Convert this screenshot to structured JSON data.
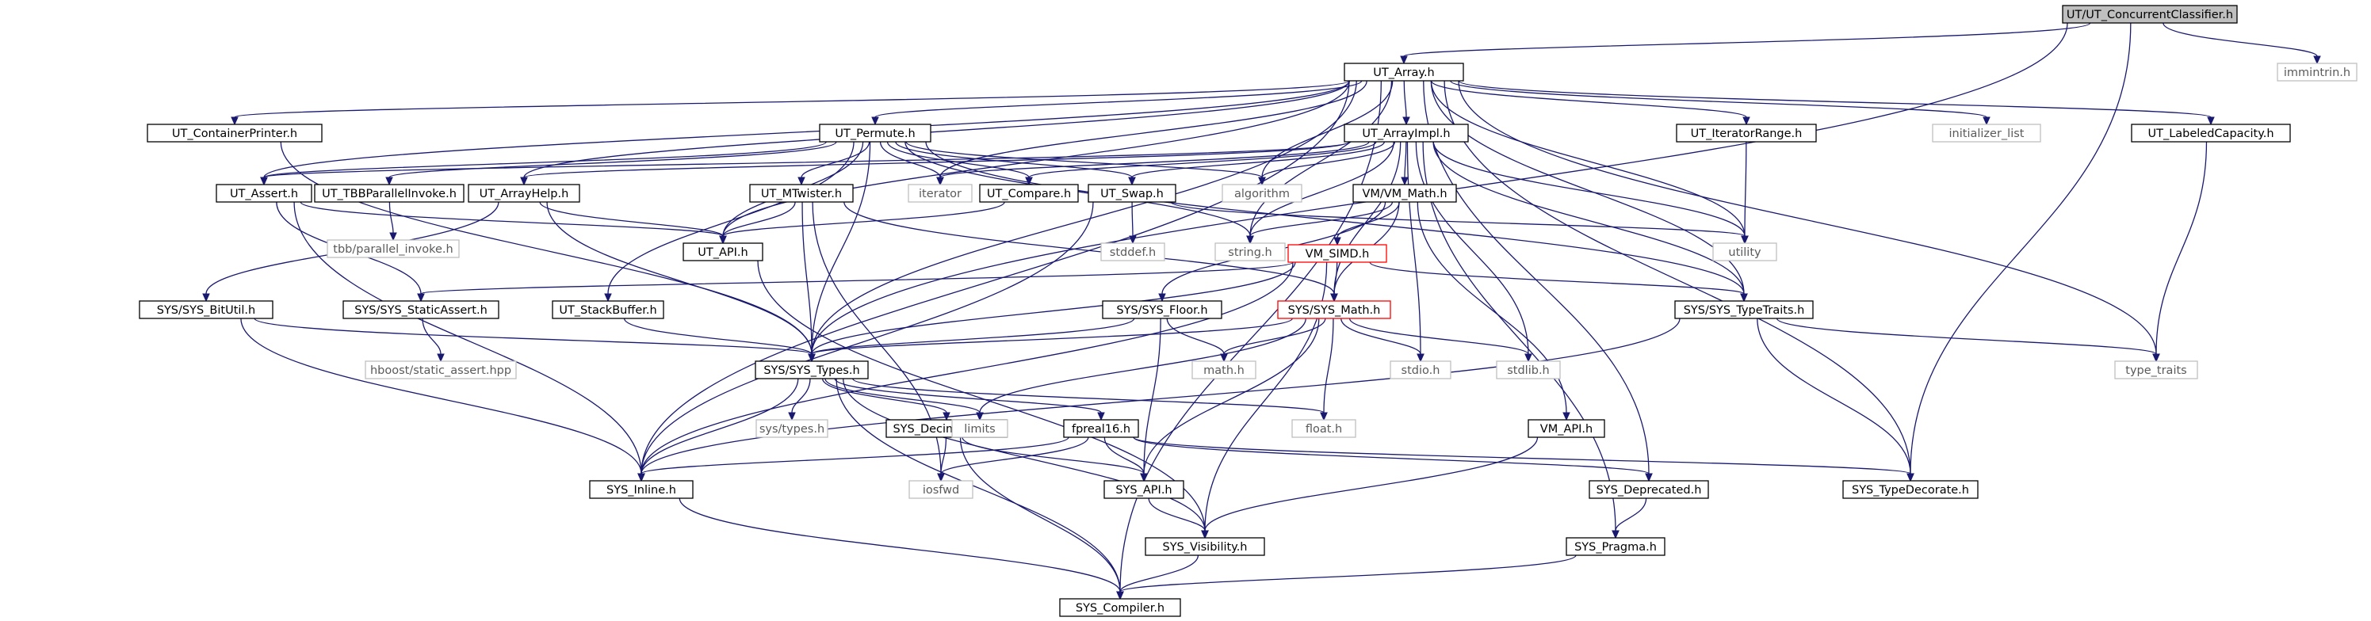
{
  "colors": {
    "edge": "#191970",
    "root_fill": "#bfbfbf",
    "default_border": "#000000",
    "highlight_border": "#ff0000",
    "external_border": "#bfbfbf",
    "external_text": "#5a5a5a"
  },
  "nodes": [
    {
      "id": "root",
      "label": "UT/UT_ConcurrentClassifier.h",
      "kind": "root"
    },
    {
      "id": "ut_array",
      "label": "UT_Array.h",
      "kind": "normal"
    },
    {
      "id": "immintrin",
      "label": "immintrin.h",
      "kind": "external"
    },
    {
      "id": "containerprinter",
      "label": "UT_ContainerPrinter.h",
      "kind": "normal"
    },
    {
      "id": "permute",
      "label": "UT_Permute.h",
      "kind": "normal"
    },
    {
      "id": "arrayimpl",
      "label": "UT_ArrayImpl.h",
      "kind": "normal"
    },
    {
      "id": "iterrange",
      "label": "UT_IteratorRange.h",
      "kind": "normal"
    },
    {
      "id": "initlist",
      "label": "initializer_list",
      "kind": "external"
    },
    {
      "id": "labeledcap",
      "label": "UT_LabeledCapacity.h",
      "kind": "normal"
    },
    {
      "id": "assert",
      "label": "UT_Assert.h",
      "kind": "normal"
    },
    {
      "id": "tbbinvoke",
      "label": "UT_TBBParallelInvoke.h",
      "kind": "normal"
    },
    {
      "id": "arrayhelp",
      "label": "UT_ArrayHelp.h",
      "kind": "normal"
    },
    {
      "id": "mtwister",
      "label": "UT_MTwister.h",
      "kind": "normal"
    },
    {
      "id": "iterator",
      "label": "iterator",
      "kind": "external"
    },
    {
      "id": "compare",
      "label": "UT_Compare.h",
      "kind": "normal"
    },
    {
      "id": "swap",
      "label": "UT_Swap.h",
      "kind": "normal"
    },
    {
      "id": "algorithm",
      "label": "algorithm",
      "kind": "external"
    },
    {
      "id": "vmmath",
      "label": "VM/VM_Math.h",
      "kind": "normal"
    },
    {
      "id": "tbbpi",
      "label": "tbb/parallel_invoke.h",
      "kind": "external"
    },
    {
      "id": "utapi",
      "label": "UT_API.h",
      "kind": "normal"
    },
    {
      "id": "stddef",
      "label": "stddef.h",
      "kind": "external"
    },
    {
      "id": "string",
      "label": "string.h",
      "kind": "external"
    },
    {
      "id": "utility",
      "label": "utility",
      "kind": "external"
    },
    {
      "id": "vmsimd",
      "label": "VM_SIMD.h",
      "kind": "highlight"
    },
    {
      "id": "bitutil",
      "label": "SYS/SYS_BitUtil.h",
      "kind": "normal"
    },
    {
      "id": "staticassert",
      "label": "SYS/SYS_StaticAssert.h",
      "kind": "normal"
    },
    {
      "id": "stackbuffer",
      "label": "UT_StackBuffer.h",
      "kind": "normal"
    },
    {
      "id": "sysfloor",
      "label": "SYS/SYS_Floor.h",
      "kind": "normal"
    },
    {
      "id": "sysmath",
      "label": "SYS/SYS_Math.h",
      "kind": "highlight"
    },
    {
      "id": "typetraits_h",
      "label": "SYS/SYS_TypeTraits.h",
      "kind": "normal"
    },
    {
      "id": "hboost",
      "label": "hboost/static_assert.hpp",
      "kind": "external"
    },
    {
      "id": "systypes",
      "label": "SYS/SYS_Types.h",
      "kind": "normal"
    },
    {
      "id": "mathh",
      "label": "math.h",
      "kind": "external"
    },
    {
      "id": "stdio",
      "label": "stdio.h",
      "kind": "external"
    },
    {
      "id": "stdlib",
      "label": "stdlib.h",
      "kind": "external"
    },
    {
      "id": "type_traits",
      "label": "type_traits",
      "kind": "external"
    },
    {
      "id": "systypes2",
      "label": "sys/types.h",
      "kind": "external"
    },
    {
      "id": "decimal128",
      "label": "SYS_Decimal128.h",
      "kind": "normal"
    },
    {
      "id": "fpreal16",
      "label": "fpreal16.h",
      "kind": "normal"
    },
    {
      "id": "limits",
      "label": "limits",
      "kind": "external"
    },
    {
      "id": "floath",
      "label": "float.h",
      "kind": "external"
    },
    {
      "id": "vmapi",
      "label": "VM_API.h",
      "kind": "normal"
    },
    {
      "id": "sysinline",
      "label": "SYS_Inline.h",
      "kind": "normal"
    },
    {
      "id": "iosfwd",
      "label": "iosfwd",
      "kind": "external"
    },
    {
      "id": "sysapi",
      "label": "SYS_API.h",
      "kind": "normal"
    },
    {
      "id": "deprecated",
      "label": "SYS_Deprecated.h",
      "kind": "normal"
    },
    {
      "id": "typedecorate",
      "label": "SYS_TypeDecorate.h",
      "kind": "normal"
    },
    {
      "id": "visibility",
      "label": "SYS_Visibility.h",
      "kind": "normal"
    },
    {
      "id": "pragma",
      "label": "SYS_Pragma.h",
      "kind": "normal"
    },
    {
      "id": "compiler",
      "label": "SYS_Compiler.h",
      "kind": "normal"
    }
  ],
  "edges": [
    [
      "root",
      "ut_array"
    ],
    [
      "root",
      "immintrin"
    ],
    [
      "root",
      "systypes"
    ],
    [
      "root",
      "typedecorate"
    ],
    [
      "ut_array",
      "containerprinter"
    ],
    [
      "ut_array",
      "permute"
    ],
    [
      "ut_array",
      "arrayimpl"
    ],
    [
      "ut_array",
      "iterrange"
    ],
    [
      "ut_array",
      "initlist"
    ],
    [
      "ut_array",
      "labeledcap"
    ],
    [
      "ut_array",
      "assert"
    ],
    [
      "ut_array",
      "arrayhelp"
    ],
    [
      "ut_array",
      "iterator"
    ],
    [
      "ut_array",
      "algorithm"
    ],
    [
      "ut_array",
      "utapi"
    ],
    [
      "ut_array",
      "string"
    ],
    [
      "ut_array",
      "utility"
    ],
    [
      "ut_array",
      "typetraits_h"
    ],
    [
      "ut_array",
      "systypes"
    ],
    [
      "ut_array",
      "type_traits"
    ],
    [
      "ut_array",
      "sysinline"
    ],
    [
      "ut_array",
      "deprecated"
    ],
    [
      "ut_array",
      "typedecorate"
    ],
    [
      "ut_array",
      "compiler"
    ],
    [
      "containerprinter",
      "systypes"
    ],
    [
      "permute",
      "assert"
    ],
    [
      "permute",
      "tbbinvoke"
    ],
    [
      "permute",
      "mtwister"
    ],
    [
      "permute",
      "iterator"
    ],
    [
      "permute",
      "compare"
    ],
    [
      "permute",
      "swap"
    ],
    [
      "permute",
      "algorithm"
    ],
    [
      "permute",
      "utapi"
    ],
    [
      "permute",
      "string"
    ],
    [
      "permute",
      "typetraits_h"
    ],
    [
      "permute",
      "stackbuffer"
    ],
    [
      "permute",
      "systypes"
    ],
    [
      "arrayimpl",
      "assert"
    ],
    [
      "arrayimpl",
      "arrayhelp"
    ],
    [
      "arrayimpl",
      "iterator"
    ],
    [
      "arrayimpl",
      "compare"
    ],
    [
      "arrayimpl",
      "swap"
    ],
    [
      "arrayimpl",
      "algorithm"
    ],
    [
      "arrayimpl",
      "vmmath"
    ],
    [
      "arrayimpl",
      "string"
    ],
    [
      "arrayimpl",
      "utility"
    ],
    [
      "arrayimpl",
      "typetraits_h"
    ],
    [
      "arrayimpl",
      "sysmath"
    ],
    [
      "arrayimpl",
      "stdio"
    ],
    [
      "arrayimpl",
      "stdlib"
    ],
    [
      "arrayimpl",
      "pragma"
    ],
    [
      "iterrange",
      "utility"
    ],
    [
      "labeledcap",
      "type_traits"
    ],
    [
      "assert",
      "utapi"
    ],
    [
      "assert",
      "staticassert"
    ],
    [
      "assert",
      "sysinline"
    ],
    [
      "tbbinvoke",
      "tbbpi"
    ],
    [
      "arrayhelp",
      "utapi"
    ],
    [
      "arrayhelp",
      "bitutil"
    ],
    [
      "arrayhelp",
      "systypes"
    ],
    [
      "mtwister",
      "utapi"
    ],
    [
      "mtwister",
      "sysmath"
    ],
    [
      "mtwister",
      "systypes"
    ],
    [
      "mtwister",
      "iosfwd"
    ],
    [
      "compare",
      "utapi"
    ],
    [
      "swap",
      "stddef"
    ],
    [
      "swap",
      "utility"
    ],
    [
      "swap",
      "sysinline"
    ],
    [
      "vmmath",
      "vmsimd"
    ],
    [
      "vmmath",
      "string"
    ],
    [
      "vmmath",
      "sysmath"
    ],
    [
      "vmmath",
      "sysfloor"
    ],
    [
      "vmmath",
      "vmapi"
    ],
    [
      "utapi",
      "visibility"
    ],
    [
      "vmsimd",
      "staticassert"
    ],
    [
      "vmsimd",
      "sysmath"
    ],
    [
      "vmsimd",
      "typetraits_h"
    ],
    [
      "vmsimd",
      "systypes"
    ],
    [
      "vmsimd",
      "sysinline"
    ],
    [
      "vmsimd",
      "visibility"
    ],
    [
      "bitutil",
      "systypes"
    ],
    [
      "bitutil",
      "sysinline"
    ],
    [
      "staticassert",
      "hboost"
    ],
    [
      "stackbuffer",
      "systypes"
    ],
    [
      "sysfloor",
      "systypes"
    ],
    [
      "sysfloor",
      "mathh"
    ],
    [
      "sysfloor",
      "sysapi"
    ],
    [
      "sysmath",
      "systypes"
    ],
    [
      "sysmath",
      "mathh"
    ],
    [
      "sysmath",
      "stdio"
    ],
    [
      "sysmath",
      "stdlib"
    ],
    [
      "sysmath",
      "limits"
    ],
    [
      "sysmath",
      "floath"
    ],
    [
      "sysmath",
      "sysapi"
    ],
    [
      "typetraits_h",
      "type_traits"
    ],
    [
      "typetraits_h",
      "typedecorate"
    ],
    [
      "typetraits_h",
      "sysinline"
    ],
    [
      "systypes",
      "systypes2"
    ],
    [
      "systypes",
      "decimal128"
    ],
    [
      "systypes",
      "fpreal16"
    ],
    [
      "systypes",
      "limits"
    ],
    [
      "systypes",
      "floath"
    ],
    [
      "systypes",
      "sysinline"
    ],
    [
      "systypes",
      "visibility"
    ],
    [
      "systypes",
      "compiler"
    ],
    [
      "decimal128",
      "iosfwd"
    ],
    [
      "decimal128",
      "sysapi"
    ],
    [
      "decimal128",
      "compiler"
    ],
    [
      "fpreal16",
      "iosfwd"
    ],
    [
      "fpreal16",
      "sysapi"
    ],
    [
      "fpreal16",
      "sysinline"
    ],
    [
      "fpreal16",
      "deprecated"
    ],
    [
      "fpreal16",
      "typedecorate"
    ],
    [
      "vmapi",
      "visibility"
    ],
    [
      "sysinline",
      "compiler"
    ],
    [
      "sysapi",
      "visibility"
    ],
    [
      "deprecated",
      "pragma"
    ],
    [
      "visibility",
      "compiler"
    ],
    [
      "pragma",
      "compiler"
    ]
  ]
}
